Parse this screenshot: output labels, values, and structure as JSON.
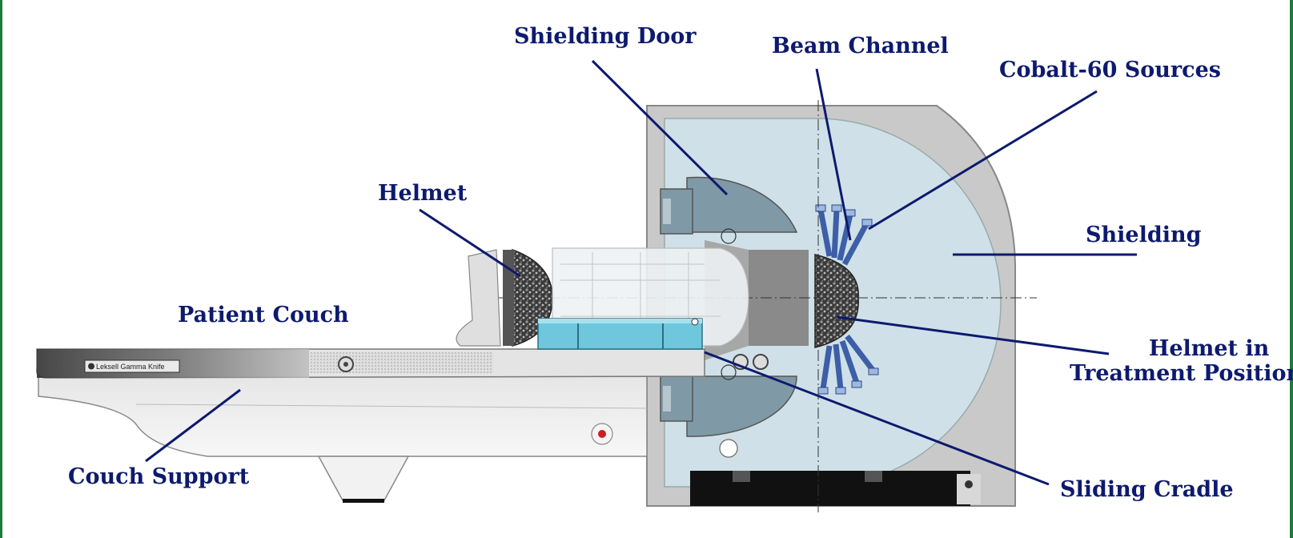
{
  "diagram": {
    "brand_plate": "Leksell Gamma Knife",
    "labels": {
      "shielding_door": "Shielding Door",
      "beam_channel": "Beam Channel",
      "cobalt_sources": "Cobalt-60 Sources",
      "helmet": "Helmet",
      "shielding": "Shielding",
      "patient_couch": "Patient Couch",
      "helmet_treatment_line1": "Helmet in",
      "helmet_treatment_line2": "Treatment Position",
      "couch_support": "Couch Support",
      "sliding_cradle": "Sliding Cradle"
    },
    "colors": {
      "label_text": "#0d1a6e",
      "leader_line": "#0d1a6e",
      "shield_fill": "#cfe0e8",
      "housing_fill": "#c9c9c9",
      "door_fill": "#7f99a6",
      "cradle_fill": "#6fc7dd",
      "frame": "#1f7a3c"
    }
  }
}
